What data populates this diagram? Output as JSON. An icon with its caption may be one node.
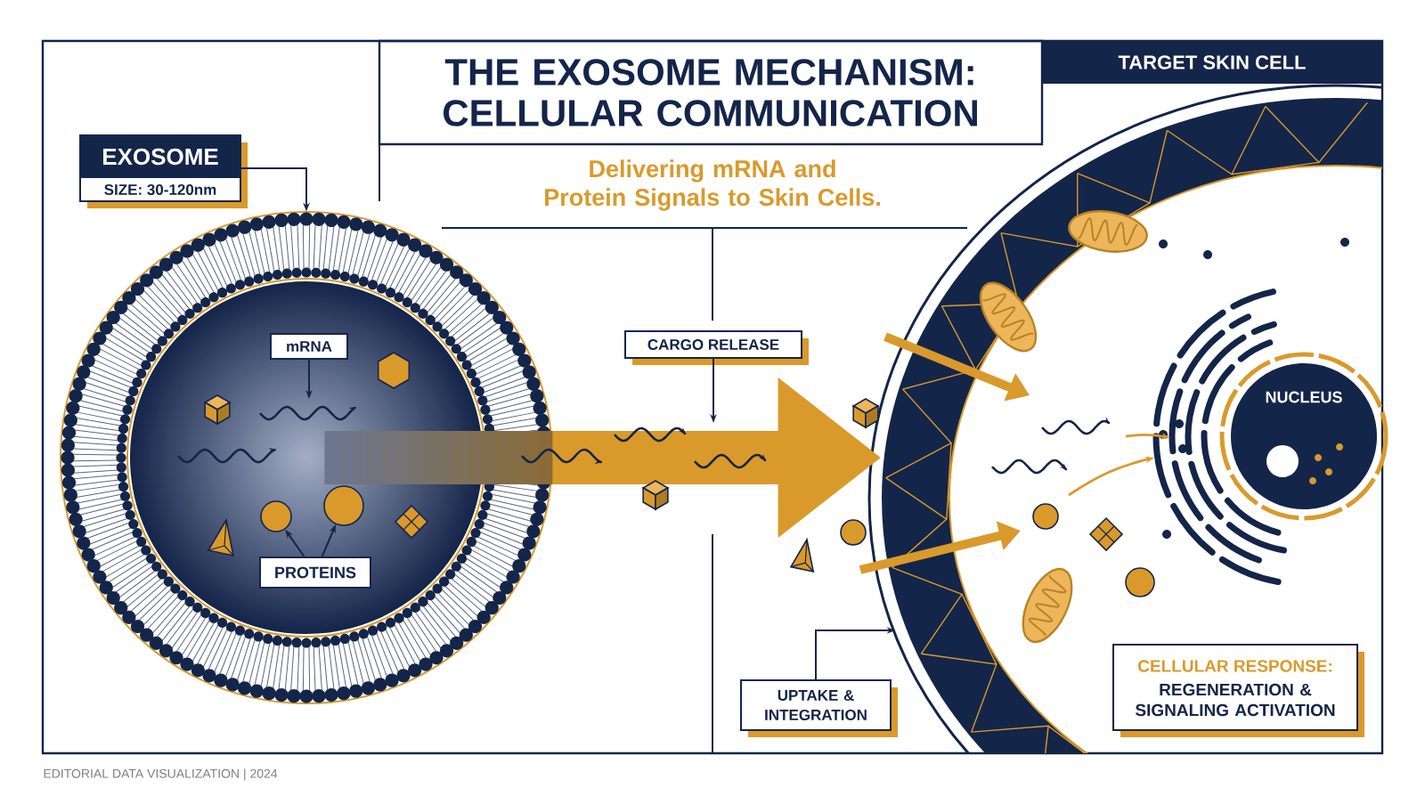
{
  "diagram": {
    "title": "THE EXOSOME MECHANISM: CELLULAR COMMUNICATION",
    "nodes": [
      {
        "text": [
          "EXOSOME",
          "SIZE: 30-120nm"
        ]
      },
      {
        "text": [],
        "shape": "circle"
      },
      {
        "text": [
          "mRNA"
        ],
        "in": 1
      },
      {
        "text": [
          "PROTEINS"
        ],
        "in": 1
      },
      {
        "text": [],
        "shape": "circle",
        "in": 1
      },
      {
        "text": [],
        "shape": "circle",
        "in": 1
      },
      {
        "text": [
          "CARGO RELEASE"
        ]
      },
      {
        "text": [
          "TARGET SKIN CELL"
        ]
      },
      {
        "text": [],
        "shape": "circle"
      },
      {
        "text": [
          "NUCLEUS"
        ],
        "in": 8
      },
      {
        "text": [
          "UPTAKE & INTEGRATION"
        ]
      },
      {
        "text": [
          "CELLULAR RESPONSE:",
          "REGENERATION & SIGNALING ACTIVATION"
        ],
        "in": 8
      }
    ],
    "edges": [
      {
        "from": 0,
        "to": 1,
        "arrow": "to"
      },
      {
        "from": 2,
        "to": null,
        "arrow": "to"
      },
      {
        "from": 3,
        "to": 4,
        "arrow": "to"
      },
      {
        "from": 3,
        "to": 5,
        "arrow": "to"
      },
      {
        "from": 1,
        "to": 8,
        "arrow": "to",
        "style": "thick",
        "color": "#d99a2b"
      },
      {
        "from": 6,
        "to": null,
        "arrow": "to"
      },
      {
        "from": 10,
        "to": 8,
        "arrow": "to"
      }
    ],
    "labels": [
      "Delivering mRNA and Protein Signals to Skin Cells.",
      "EDITORIAL DATA VISUALIZATION | 2024"
    ]
  }
}
